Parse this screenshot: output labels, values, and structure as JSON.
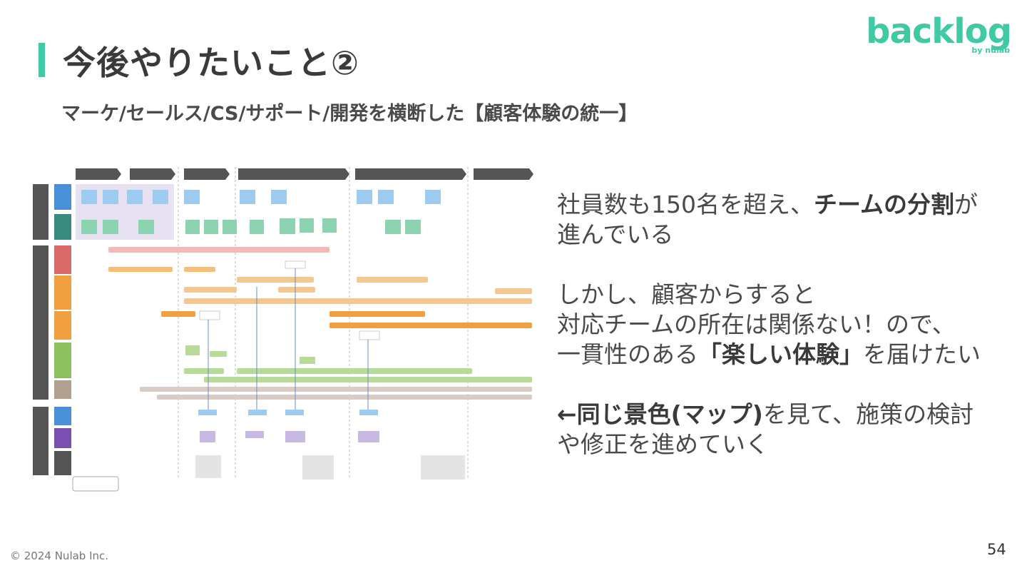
{
  "title": "今後やりたいこと②",
  "subtitle": "マーケ/セールス/CS/サポート/開発を横断した【顧客体験の統一】",
  "logo": {
    "word": "backlog",
    "sub": "by nulab",
    "color": "#3fc9a5"
  },
  "body": {
    "p1_a": "社員数も150名を超え、",
    "p1_b": "チームの分割",
    "p1_c": "が",
    "p1_d": "進んでいる",
    "p2_line1": "しかし、顧客からすると",
    "p2_line2": "対応チームの所在は関係ない！ので、",
    "p2_line3_a": "一貫性のある",
    "p2_line3_b": "「楽しい体験」",
    "p2_line3_c": "を届けたい",
    "p3_a": "←同じ景色(マップ)",
    "p3_b": "を見て、施策の検討",
    "p3_c": "や修正を進めていく"
  },
  "footer": "© 2024 Nulab Inc.",
  "page_number": "54",
  "colors": {
    "accent": "#3fc9a5",
    "text": "#3b3b3b"
  }
}
